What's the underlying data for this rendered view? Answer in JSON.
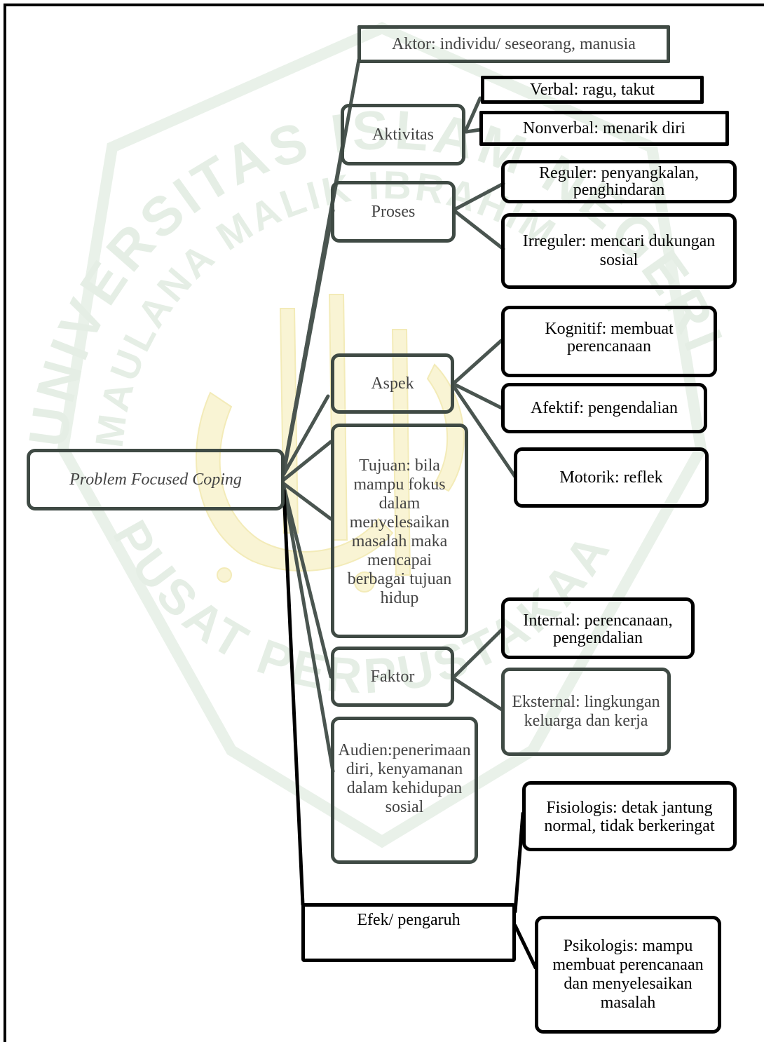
{
  "diagram": {
    "root": "Problem Focused Coping",
    "aktor": "Aktor: individu/ seseorang, manusia",
    "aktivitas": {
      "label": "Aktivitas",
      "verbal": "Verbal: ragu, takut",
      "nonverbal": "Nonverbal: menarik diri"
    },
    "proses": {
      "label": "Proses",
      "reguler": "Reguler: penyangkalan, penghindaran",
      "irreguler": "Irreguler: mencari dukungan sosial"
    },
    "aspek": {
      "label": "Aspek",
      "kognitif": "Kognitif: membuat perencanaan",
      "afektif": "Afektif: pengendalian",
      "motorik": "Motorik: reflek"
    },
    "tujuan": "Tujuan: bila mampu fokus dalam menyelesaikan masalah maka mencapai berbagai tujuan hidup",
    "faktor": {
      "label": "Faktor",
      "internal": "Internal: perencanaan, pengendalian",
      "eksternal": "Eksternal: lingkungan keluarga dan kerja"
    },
    "audien": "Audien:penerimaan diri, kenyamanan dalam kehidupan sosial",
    "efek": {
      "label": "Efek/ pengaruh",
      "fisiologis": "Fisiologis: detak jantung normal, tidak berkeringat",
      "psikologis": "Psikologis: mampu membuat perencanaan dan menyelesaikan masalah"
    }
  },
  "watermark": {
    "arc_text_top": "UNIVERSITAS ISLAM NEGERI",
    "arc_text_middle": "MAULANA MALIK IBRAHIM",
    "arc_text_bottom": "PUSAT PERPUSTAKAAN"
  },
  "colors": {
    "node_border": "#3f4a44",
    "node_border_dark": "#000000",
    "connector": "#4a5550",
    "watermark_green": "#e6efe6",
    "watermark_gold": "#fbf6d6"
  }
}
